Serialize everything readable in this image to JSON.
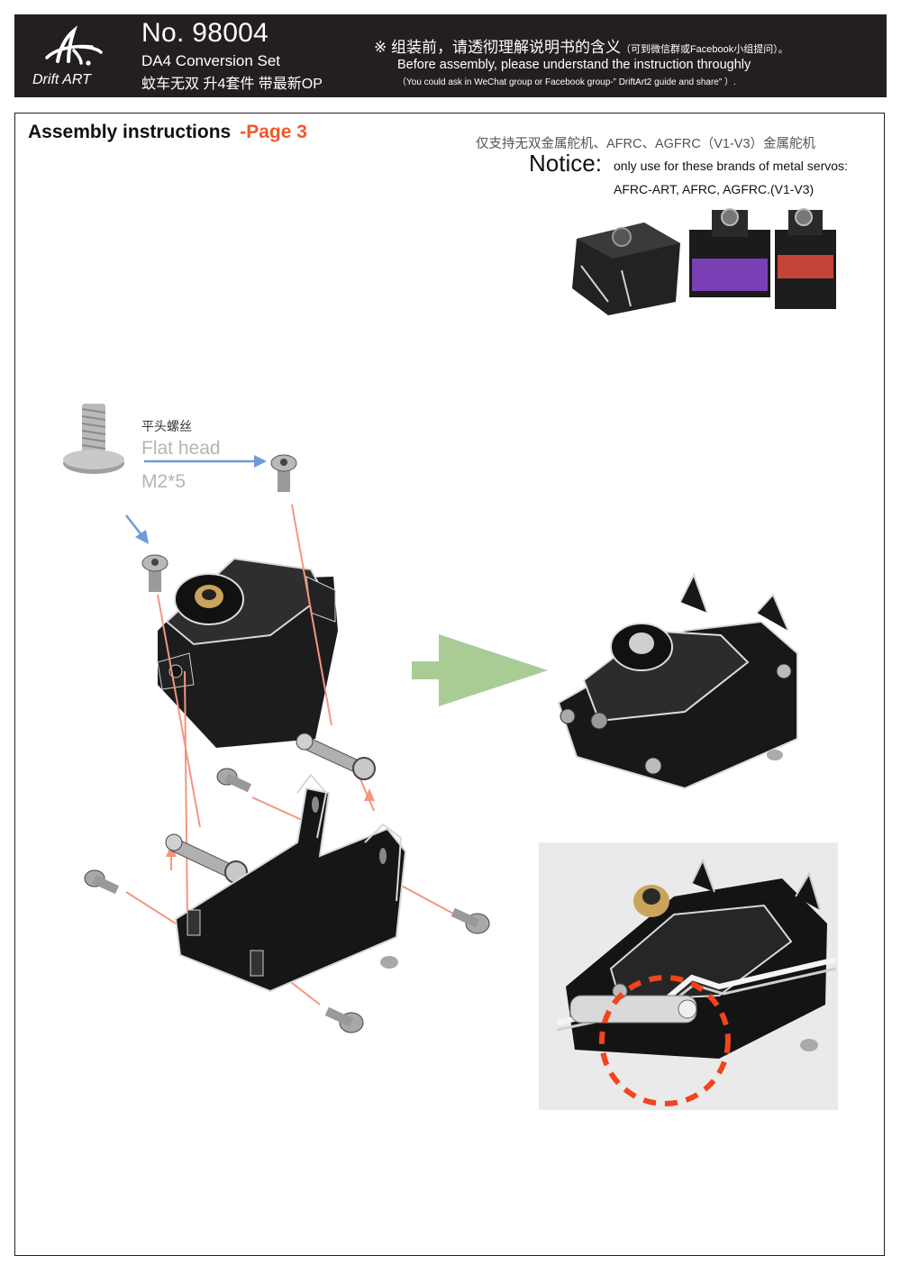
{
  "header": {
    "logo_text": "Drift ART",
    "model_no": "No. 98004",
    "set_name_en": "DA4 Conversion Set",
    "set_name_cn": "蚊车无双 升4套件 带最新OP",
    "warning_cn": "※ 组装前，请透彻理解说明书的含义",
    "warning_cn_small": "（可到微信群或Facebook小组提问）。",
    "warning_en": "Before assembly, please understand the instruction throughly",
    "warning_en_small": "（You could ask in WeChat group or Facebook group-” DriftArt2 guide and share” ）."
  },
  "page": {
    "title": "Assembly instructions",
    "page_label": "-Page 3"
  },
  "notice": {
    "cn": "仅支持无双金属舵机、AFRC、AGFRC（V1-V3）金属舵机",
    "heading": "Notice:",
    "line1": "only use for these brands of metal servos:",
    "line2": "AFRC-ART, AFRC, AGFRC.(V1-V3)"
  },
  "screw": {
    "label_cn": "平头螺丝",
    "label_en": "Flat head",
    "size": "M2*5"
  },
  "colors": {
    "header_bg": "#231f20",
    "accent_orange": "#ef5a28",
    "arrow_blue": "#6f9bd8",
    "arrow_salmon": "#f4967e",
    "big_arrow_green": "#a9cc94",
    "callout_circle": "#f0441c"
  }
}
